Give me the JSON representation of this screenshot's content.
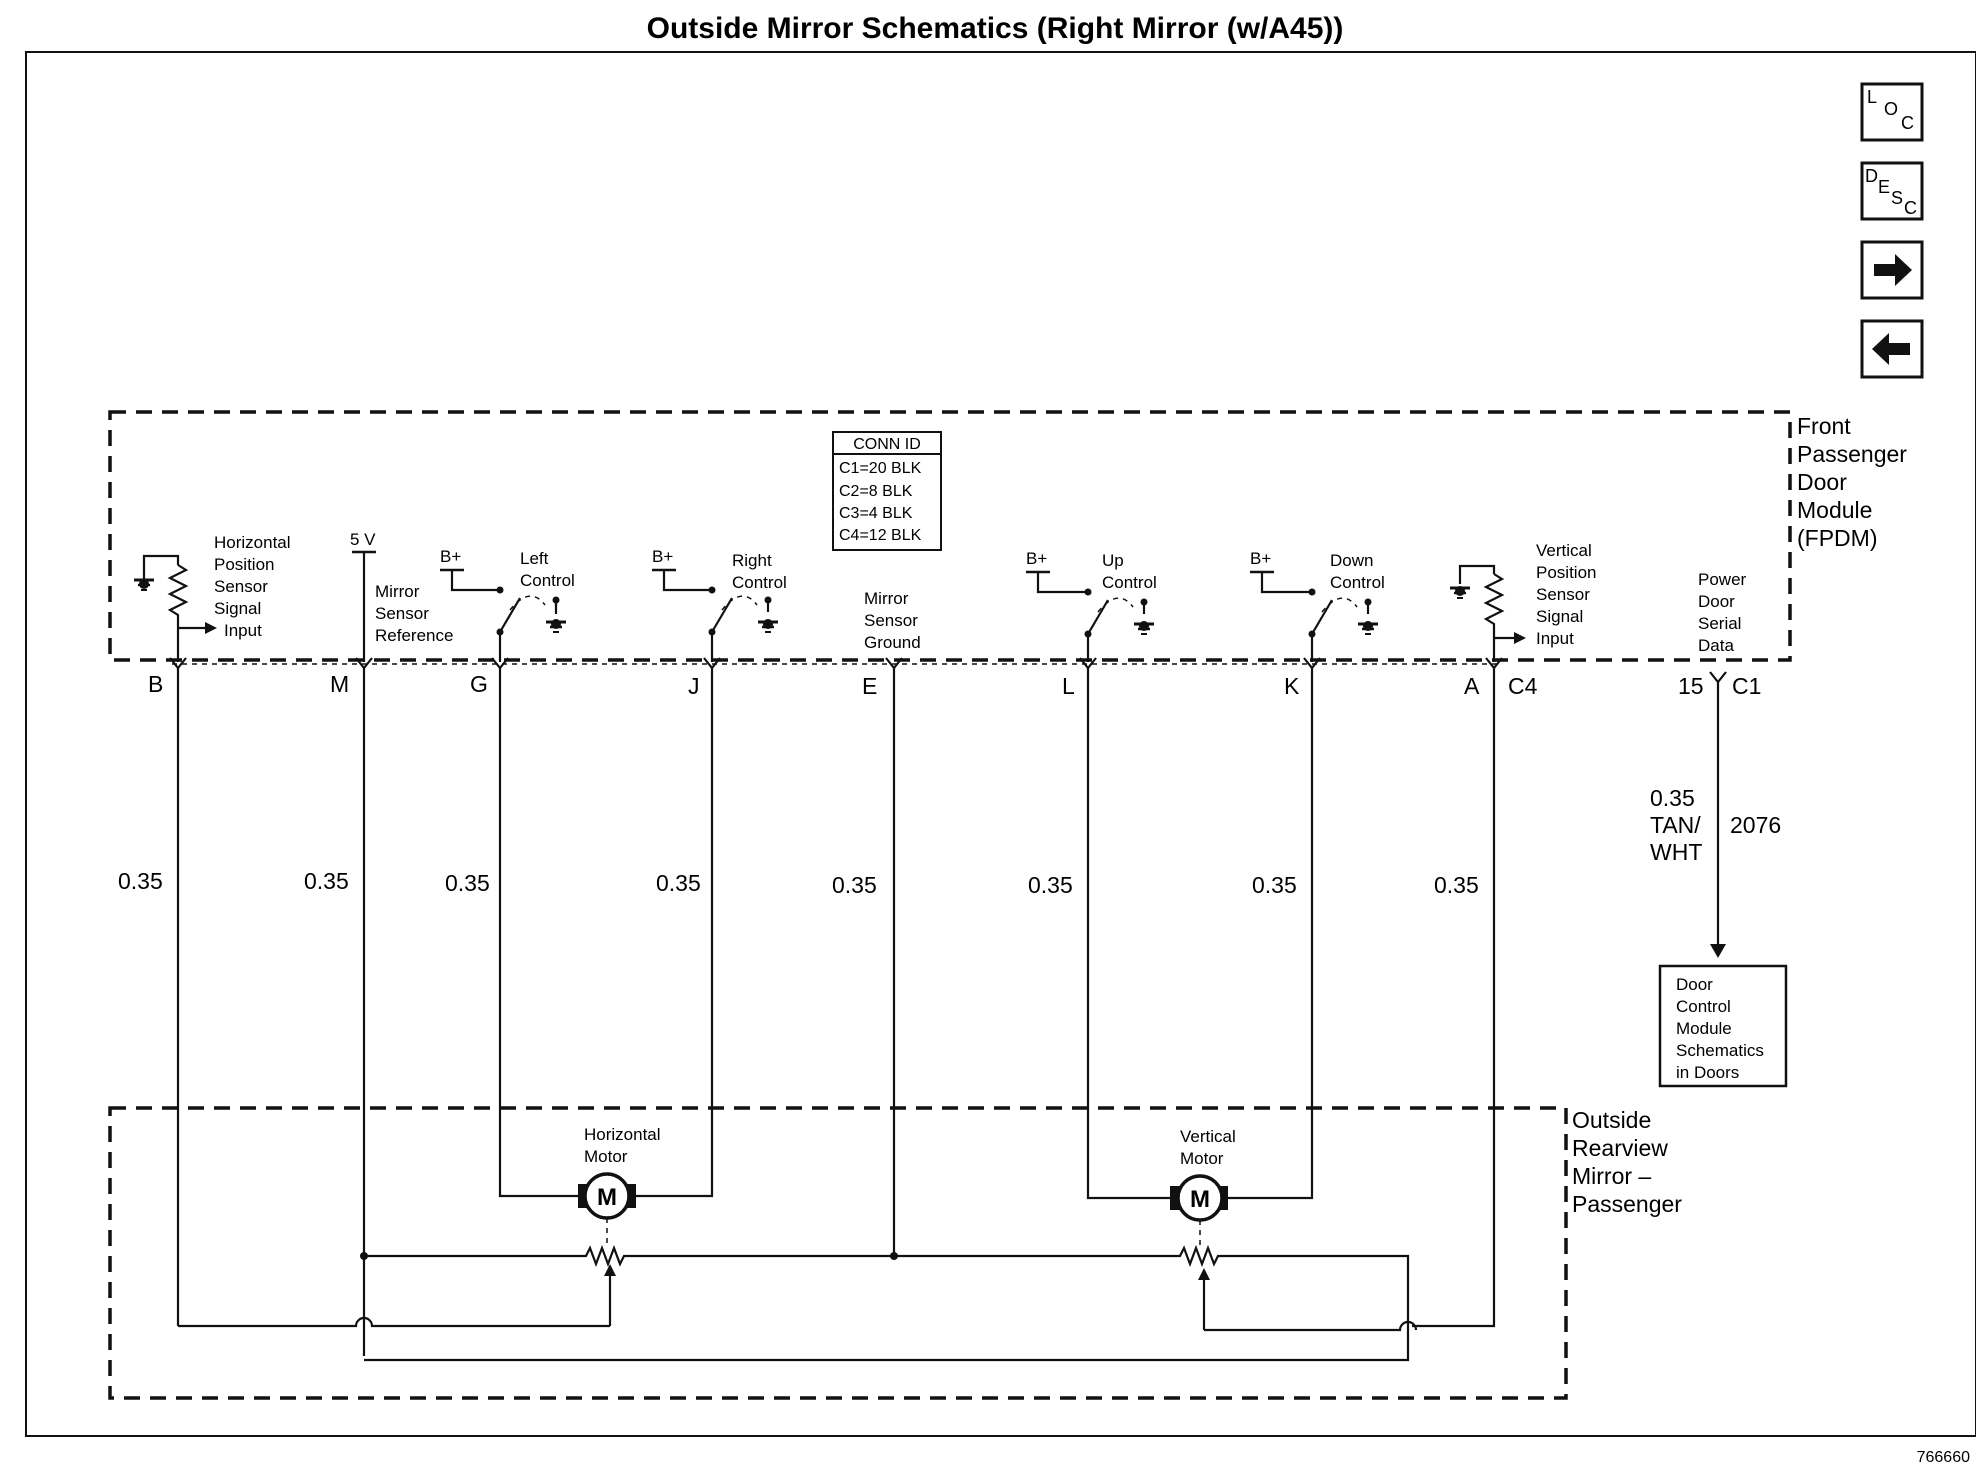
{
  "title": "Outside Mirror Schematics (Right Mirror (w/A45))",
  "figure_id": "766660",
  "nav": {
    "loc": [
      "L",
      "O",
      "C"
    ],
    "desc": [
      "D",
      "E",
      "S",
      "C"
    ]
  },
  "modules": {
    "fpdm": [
      "Front",
      "Passenger",
      "Door",
      "Module",
      "(FPDM)"
    ],
    "mirror": [
      "Outside",
      "Rearview",
      "Mirror –",
      "Passenger"
    ],
    "dcm_ref": [
      "Door",
      "Control",
      "Module",
      "Schematics",
      "in Doors"
    ]
  },
  "conn_id": {
    "header": "CONN ID",
    "rows": [
      "C1=20 BLK",
      "C2=8 BLK",
      "C3=4 BLK",
      "C4=12 BLK"
    ]
  },
  "circuit_labels": {
    "h_sensor": [
      "Horizontal",
      "Position",
      "Sensor",
      "Signal",
      "Input"
    ],
    "five_v": "5 V",
    "ref": [
      "Mirror",
      "Sensor",
      "Reference"
    ],
    "left": [
      "Left",
      "Control"
    ],
    "right": [
      "Right",
      "Control"
    ],
    "ground": [
      "Mirror",
      "Sensor",
      "Ground"
    ],
    "up": [
      "Up",
      "Control"
    ],
    "down": [
      "Down",
      "Control"
    ],
    "v_sensor": [
      "Vertical",
      "Position",
      "Sensor",
      "Signal",
      "Input"
    ],
    "serial": [
      "Power",
      "Door",
      "Serial",
      "Data"
    ],
    "bplus": "B+"
  },
  "pins": {
    "B": "B",
    "M": "M",
    "G": "G",
    "J": "J",
    "E": "E",
    "L": "L",
    "K": "K",
    "A": "A",
    "c4": "C4",
    "p15": "15",
    "c1": "C1"
  },
  "wire_gauge": "0.35",
  "serial_wire": {
    "gauge": "0.35",
    "color1": "TAN/",
    "color2": "WHT",
    "circuit": "2076"
  },
  "motors": {
    "h": [
      "Horizontal",
      "Motor"
    ],
    "v": [
      "Vertical",
      "Motor"
    ],
    "symbol": "M"
  }
}
